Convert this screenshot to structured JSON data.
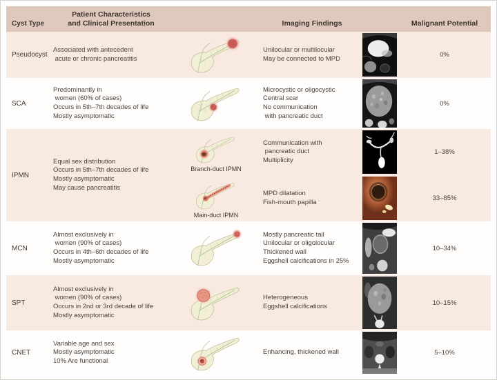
{
  "figure": {
    "colors": {
      "header_bg": "#dfc9bd",
      "row_tint": "#f8e9e1",
      "text": "#4a423b",
      "cyst_red": "#d4615c",
      "pancreas_fill": "#f2efd6"
    },
    "headers": {
      "cyst_type": "Cyst Type",
      "characteristics": "Patient Characteristics\nand Clinical Presentation",
      "imaging": "Imaging Findings",
      "malignant": "Malignant Potential"
    },
    "rows": [
      {
        "type": "Pseudocyst",
        "characteristics": "Associated with antecedent\n acute or chronic pancreatitis",
        "subrows": [
          {
            "illustration": "pancreas-cyst-at-tail",
            "photo": "mri-unilocular-cyst",
            "findings": "Unilocular or multilocular\nMay be connected to MPD",
            "malignant": "0%"
          }
        ]
      },
      {
        "type": "SCA",
        "characteristics": "Predominantly in\n women (60% of cases)\nOccurs in 5th–7th decades of life\nMostly asymptomatic",
        "subrows": [
          {
            "illustration": "pancreas-cyst-at-body",
            "photo": "ct-microcystic-mass",
            "findings": "Microcystic or oligocystic\nCentral scar\nNo communication\n with pancreatic duct",
            "malignant": "0%"
          }
        ]
      },
      {
        "type": "IPMN",
        "characteristics": "Equal sex distribution\nOccurs in 5th–7th decades of life\nMostly asymptomatic\nMay cause pancreatitis",
        "subrows": [
          {
            "label": "Branch-duct IPMN",
            "illustration": "pancreas-cyst-in-head",
            "photo": "mrcp-branching-ducts",
            "findings": "Communication with\n pancreatic duct\nMultiplicity",
            "malignant": "1–38%"
          },
          {
            "label": "Main-duct IPMN",
            "illustration": "pancreas-dilated-main-duct",
            "photo": "endoscopy-fish-mouth-papilla",
            "findings": "MPD dilatation\nFish-mouth papilla",
            "malignant": "33–85%"
          }
        ]
      },
      {
        "type": "MCN",
        "characteristics": "Almost exclusively in\n women (90% of cases)\nOccurs in 4th–6th decades of life\nMostly asymptomatic",
        "subrows": [
          {
            "illustration": "pancreas-cyst-at-tail-tip",
            "photo": "ct-thick-wall-cyst",
            "findings": "Mostly pancreatic tail\nUnilocular or oligolocular\nThickened wall\nEggshell calcifications in 25%",
            "malignant": "10–34%"
          }
        ]
      },
      {
        "type": "SPT",
        "characteristics": "Almost exclusively in\n women (90% of cases)\nOccurs in 2nd or 3rd decade of life\nMostly asymptomatic",
        "subrows": [
          {
            "illustration": "pancreas-large-mass-above-head",
            "photo": "ct-heterogeneous-mass",
            "findings": "Heterogeneous\nEggshell calcifications",
            "malignant": "10–15%"
          }
        ]
      },
      {
        "type": "CNET",
        "characteristics": "Variable age and sex\nMostly asymptomatic\n10% Are functional",
        "subrows": [
          {
            "illustration": "pancreas-ring-lesion-in-head",
            "photo": "ct-enhancing-wall-lesion",
            "findings": "Enhancing, thickened wall",
            "malignant": "5–10%"
          }
        ]
      }
    ]
  }
}
